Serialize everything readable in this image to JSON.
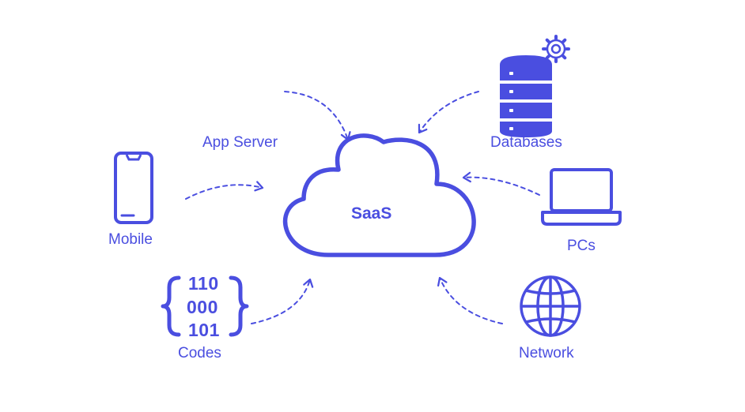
{
  "colors": {
    "accent": "#4a4ee0",
    "background": "#ffffff"
  },
  "center": {
    "label": "SaaS",
    "icon": "cloud-icon"
  },
  "nodes": {
    "app_server": {
      "label": "App Server"
    },
    "databases": {
      "label": "Databases",
      "icon": "database-icon",
      "badge_icon": "gear-icon"
    },
    "mobile": {
      "label": "Mobile",
      "icon": "smartphone-icon"
    },
    "pcs": {
      "label": "PCs",
      "icon": "laptop-icon"
    },
    "codes": {
      "label": "Codes",
      "icon": "curly-braces-icon",
      "binary": [
        "110",
        "000",
        "101"
      ]
    },
    "network": {
      "label": "Network",
      "icon": "globe-icon"
    }
  },
  "connectors": [
    "app_server",
    "databases",
    "mobile",
    "pcs",
    "codes",
    "network"
  ]
}
